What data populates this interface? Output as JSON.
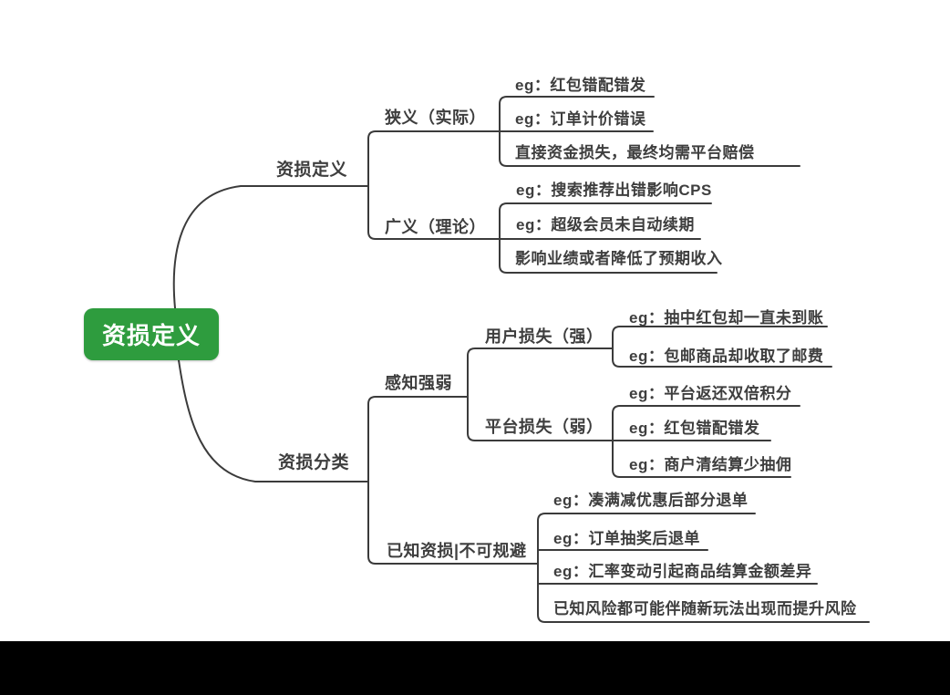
{
  "mindmap": {
    "root": {
      "label": "资损定义"
    },
    "branches": [
      {
        "label": "资损定义",
        "children": [
          {
            "label": "狭义（实际）",
            "leaves": [
              "eg：红包错配错发",
              "eg：订单计价错误",
              "直接资金损失，最终均需平台赔偿"
            ]
          },
          {
            "label": "广义（理论）",
            "leaves": [
              "eg：搜索推荐出错影响CPS",
              "eg：超级会员未自动续期",
              "影响业绩或者降低了预期收入"
            ]
          }
        ]
      },
      {
        "label": "资损分类",
        "children": [
          {
            "label": "感知强弱",
            "children": [
              {
                "label": "用户损失（强）",
                "leaves": [
                  "eg：抽中红包却一直未到账",
                  "eg：包邮商品却收取了邮费"
                ]
              },
              {
                "label": "平台损失（弱）",
                "leaves": [
                  "eg：平台返还双倍积分",
                  "eg：红包错配错发",
                  "eg：商户清结算少抽佣"
                ]
              }
            ]
          },
          {
            "label": "已知资损|不可规避",
            "leaves": [
              "eg：凑满减优惠后部分退单",
              "eg：订单抽奖后退单",
              "eg：汇率变动引起商品结算金额差异",
              "已知风险都可能伴随新玩法出现而提升风险"
            ]
          }
        ]
      }
    ],
    "colors": {
      "root_bg": "#2e9c3e",
      "root_text": "#ffffff",
      "line": "#3b3b3b",
      "text": "#3e3e3e"
    }
  }
}
